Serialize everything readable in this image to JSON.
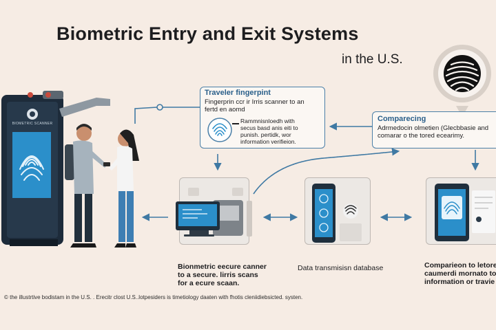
{
  "header": {
    "title": "Biometric Entry and Exit Systems",
    "subtitle": "in the U.S."
  },
  "kiosk": {
    "screen_label": "BIOMETRIC SCANNER"
  },
  "callouts": {
    "traveler": {
      "title": "Traveler fingerpint",
      "line1": "Fingerprin ccr ir Irris scanner to an",
      "line2": "fertd en aomd",
      "detail1": "Rammnisnloedh with",
      "detail2": "secus basd anis eiti to",
      "detail3": "punish. pertidk, wor",
      "detail4": "information verifieion."
    },
    "comparing": {
      "title": "Comparecing",
      "line1": "Adrmedocin olmetien (Glecbbasie and",
      "line2": "comarar o the tored ecearimy."
    }
  },
  "captions": {
    "scanner": [
      "Bionmetric eecure canner",
      "to a secure. lirris scans",
      "for a ecure scaan."
    ],
    "database": [
      "Data transmisisn database"
    ],
    "comparison": [
      "Comparieon to letorec",
      "caumerdi mornato to stired",
      "information or travie"
    ]
  },
  "footnote": "© the illustrtive bodistam in the U.S. . Erecitr clost U.S..lotpesiders is timetiology daaten with fhotis cleniidiebsicted. systen.",
  "colors": {
    "accent": "#2b8fca",
    "line": "#4a7fa7",
    "dark": "#1f2f3d"
  },
  "icons": [
    "fingerprint-icon",
    "arrow-left-icon",
    "arrow-right-icon",
    "arrow-down-icon",
    "laptop-icon",
    "smartphone-icon",
    "tablet-icon"
  ]
}
